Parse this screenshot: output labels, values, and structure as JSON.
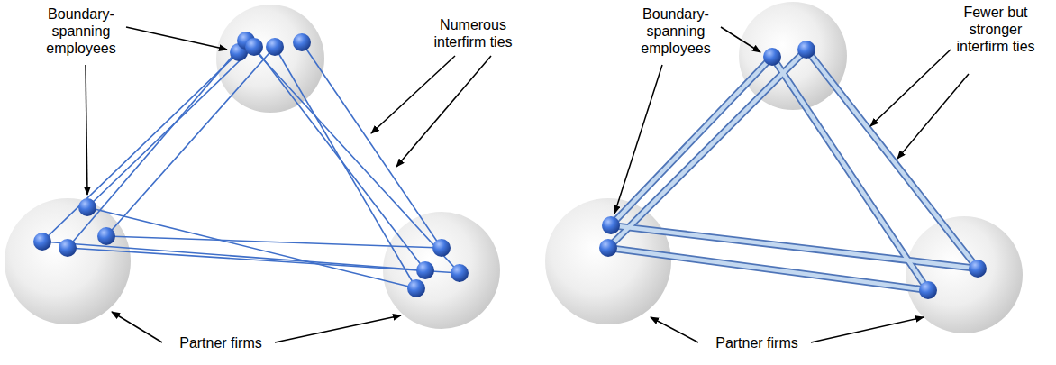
{
  "diagram": {
    "labels": [
      "Boundary-spanning employees",
      "Numerous interfirm ties",
      "Partner firms",
      "Boundary-spanning employees",
      "Fewer but stronger interfirm ties",
      "Partner firms"
    ]
  }
}
